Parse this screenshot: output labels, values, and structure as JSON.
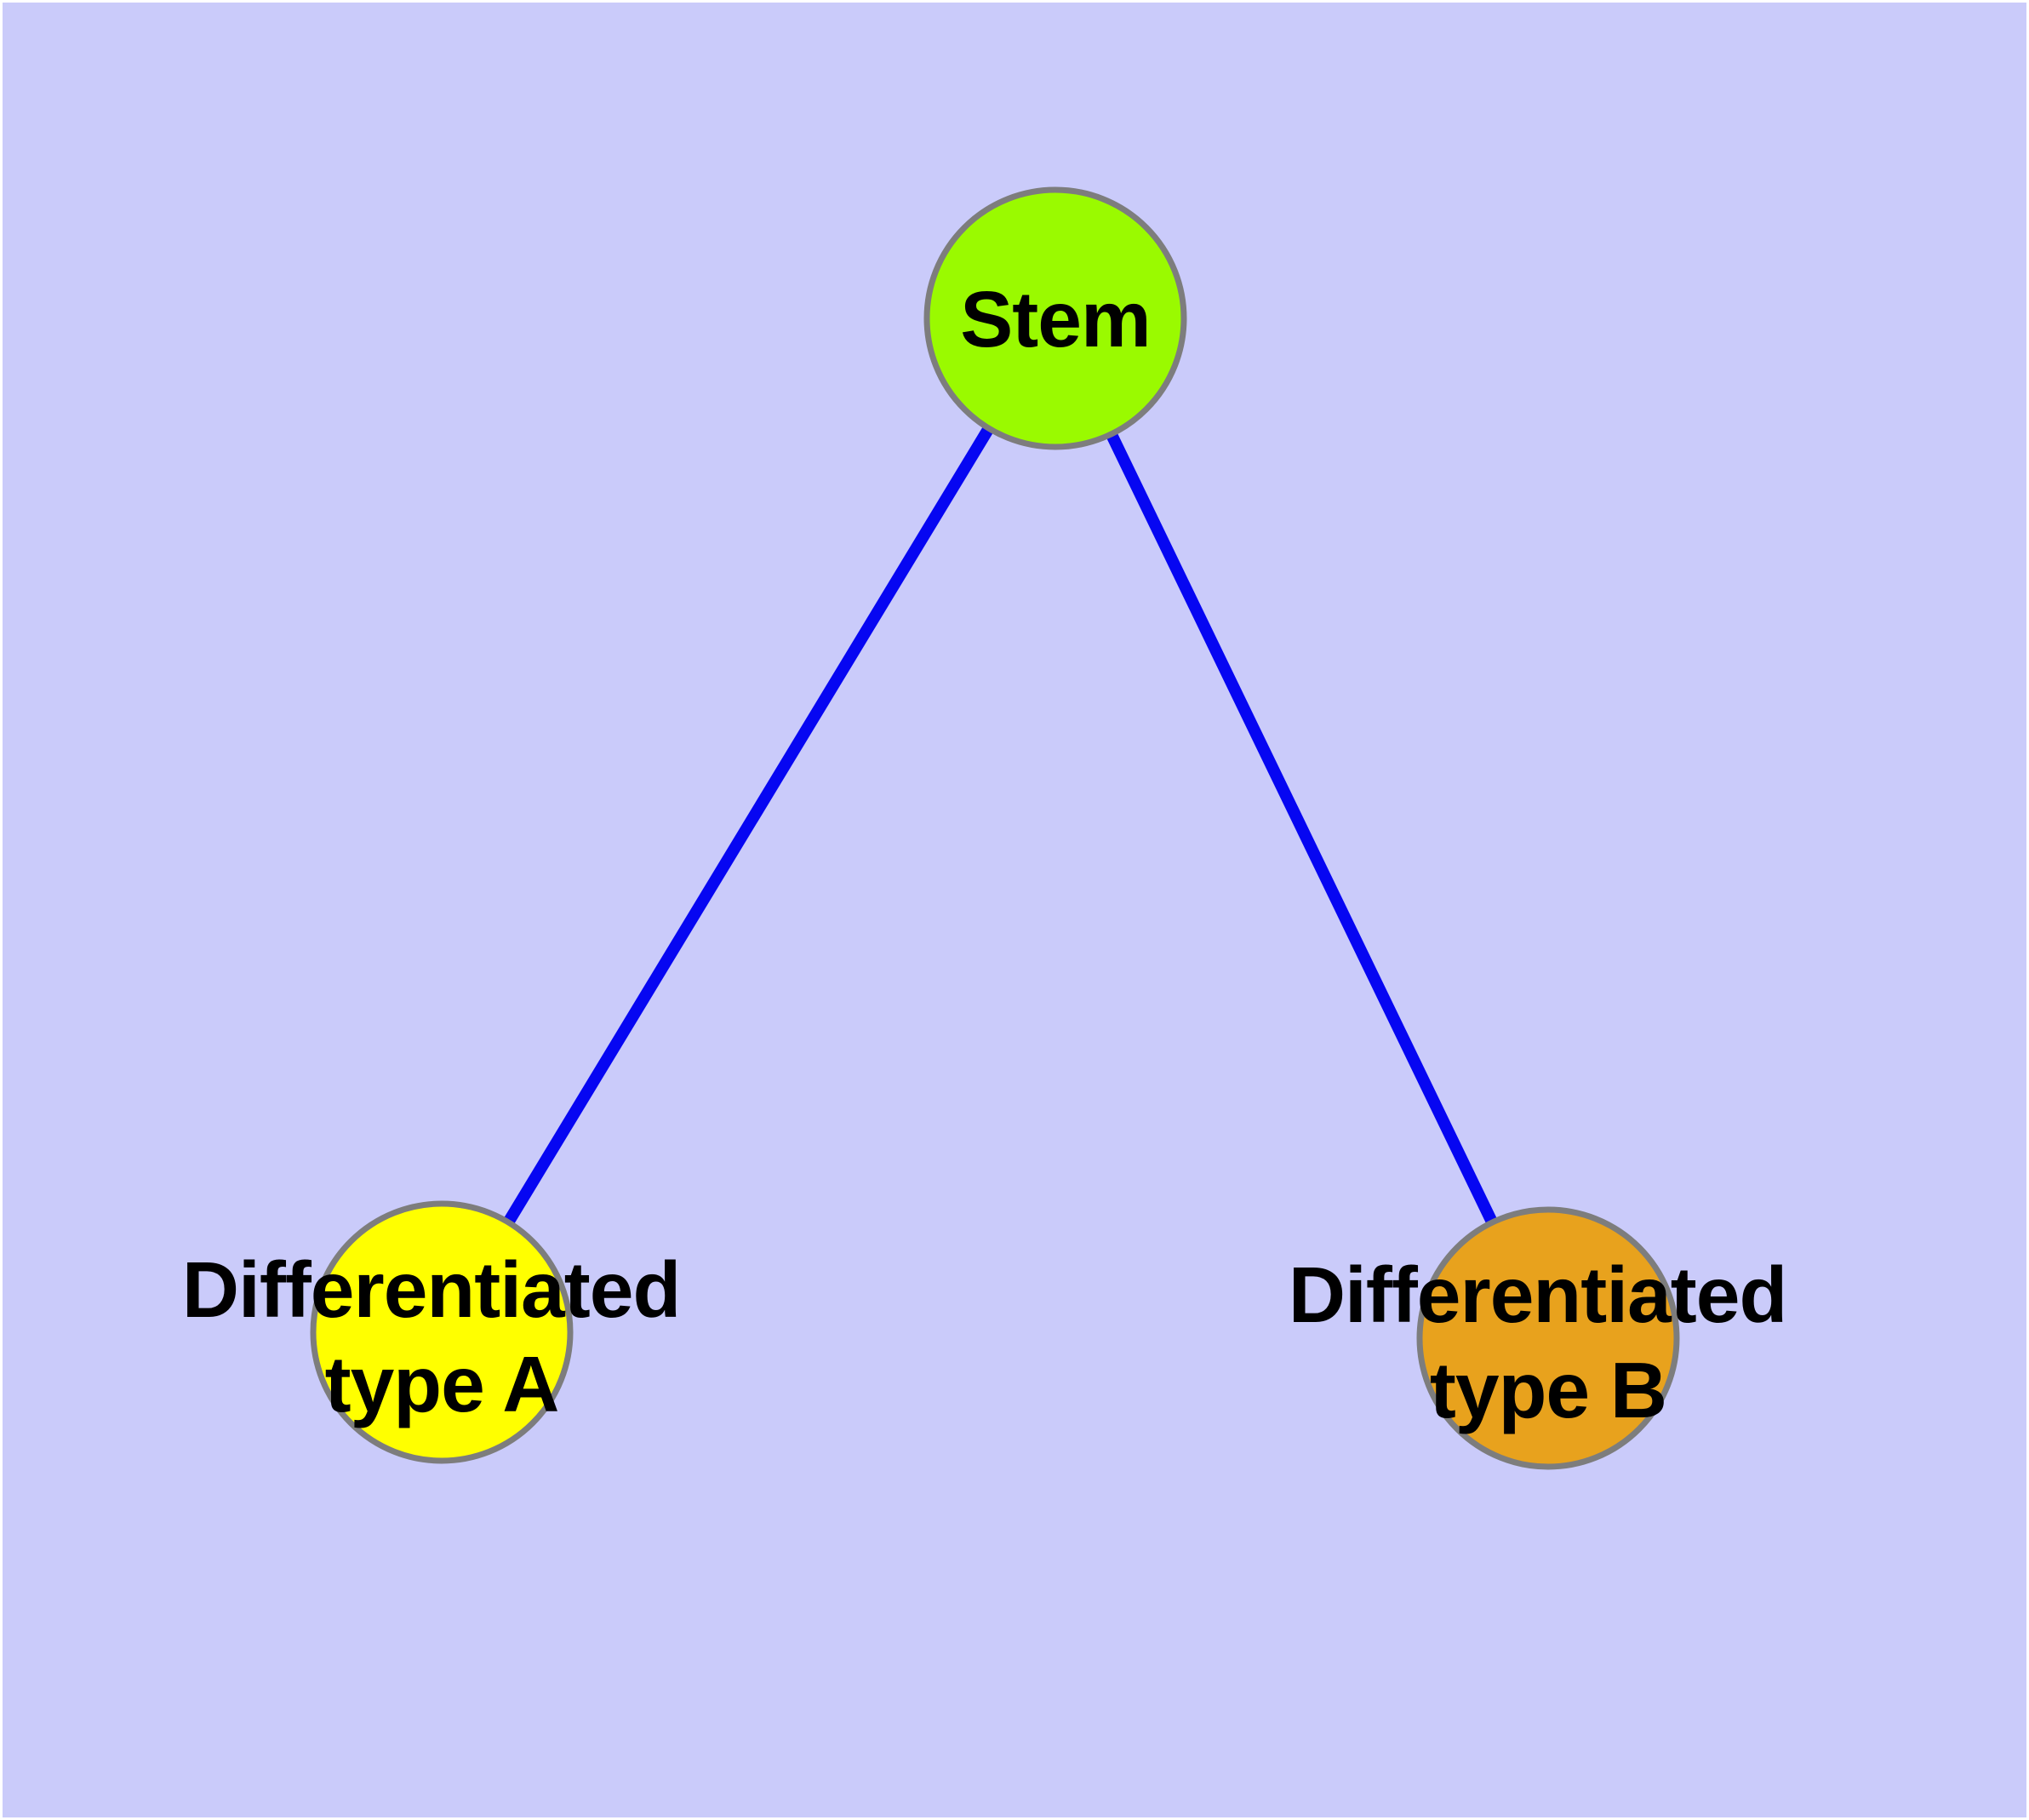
{
  "canvas": {
    "margin_color": "#ffffff",
    "background": "#cacbfa"
  },
  "diagram": {
    "type": "node-link-graph",
    "edge_color": "#0606f2",
    "node_border_color": "#7d7d7d",
    "label_color": "#000000",
    "nodes": [
      {
        "id": "stem",
        "label": "Stem",
        "fill": "#9afa00"
      },
      {
        "id": "differentiated-type-a",
        "label_line1": "Differentiated",
        "label_line2": "type A",
        "fill": "#ffff00"
      },
      {
        "id": "differentiated-type-b",
        "label_line1": "Differentiated",
        "label_line2": "type B",
        "fill": "#e8a21d"
      }
    ],
    "edges": [
      {
        "from": "stem",
        "to": "differentiated-type-a"
      },
      {
        "from": "stem",
        "to": "differentiated-type-b"
      }
    ]
  }
}
